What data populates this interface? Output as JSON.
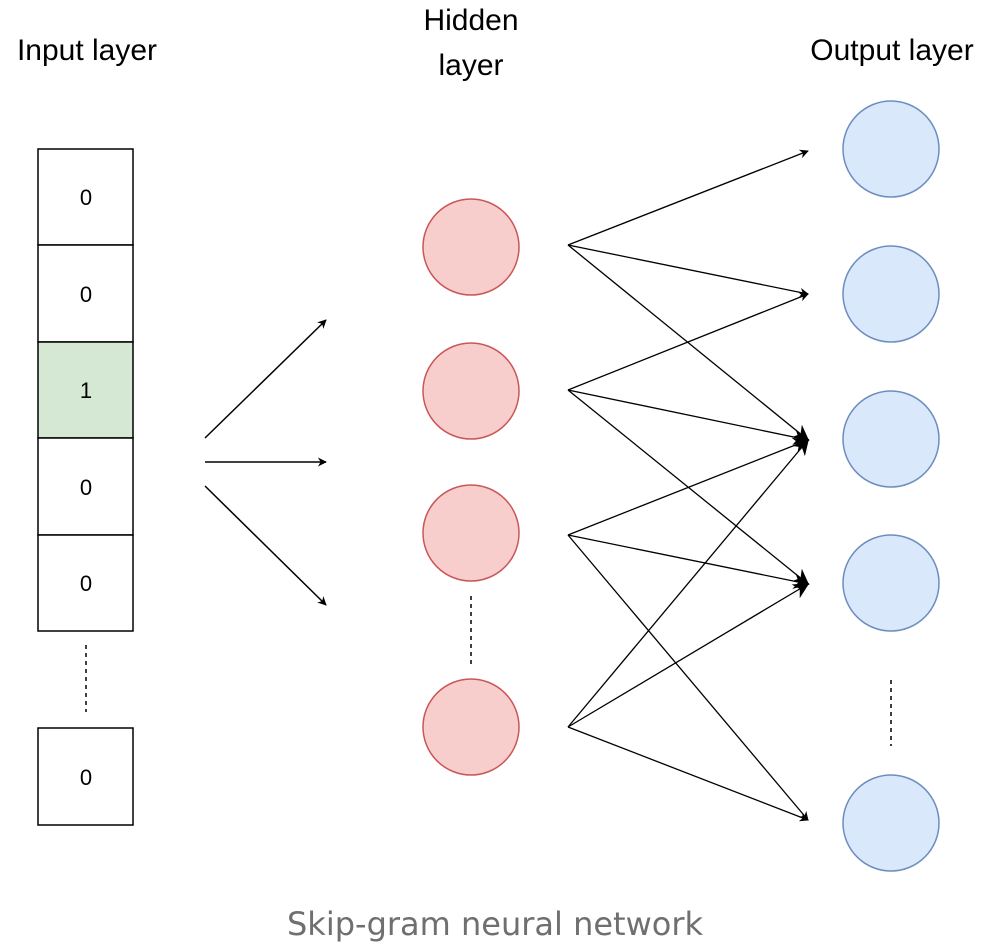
{
  "labels": {
    "input_layer": "Input layer",
    "hidden_layer_line1": "Hidden",
    "hidden_layer_line2": "layer",
    "output_layer": "Output layer"
  },
  "input_cells": [
    "0",
    "0",
    "1",
    "0",
    "0"
  ],
  "input_last_cell": "0",
  "highlighted_input_index": 2,
  "caption": "Skip-gram neural network",
  "colors": {
    "input_highlight": "#d5e8d4",
    "hidden_fill": "#f8cecc",
    "hidden_stroke": "#c9575a",
    "output_fill": "#dae8fc",
    "output_stroke": "#6c8ebf",
    "caption": "#6f6f6f"
  }
}
